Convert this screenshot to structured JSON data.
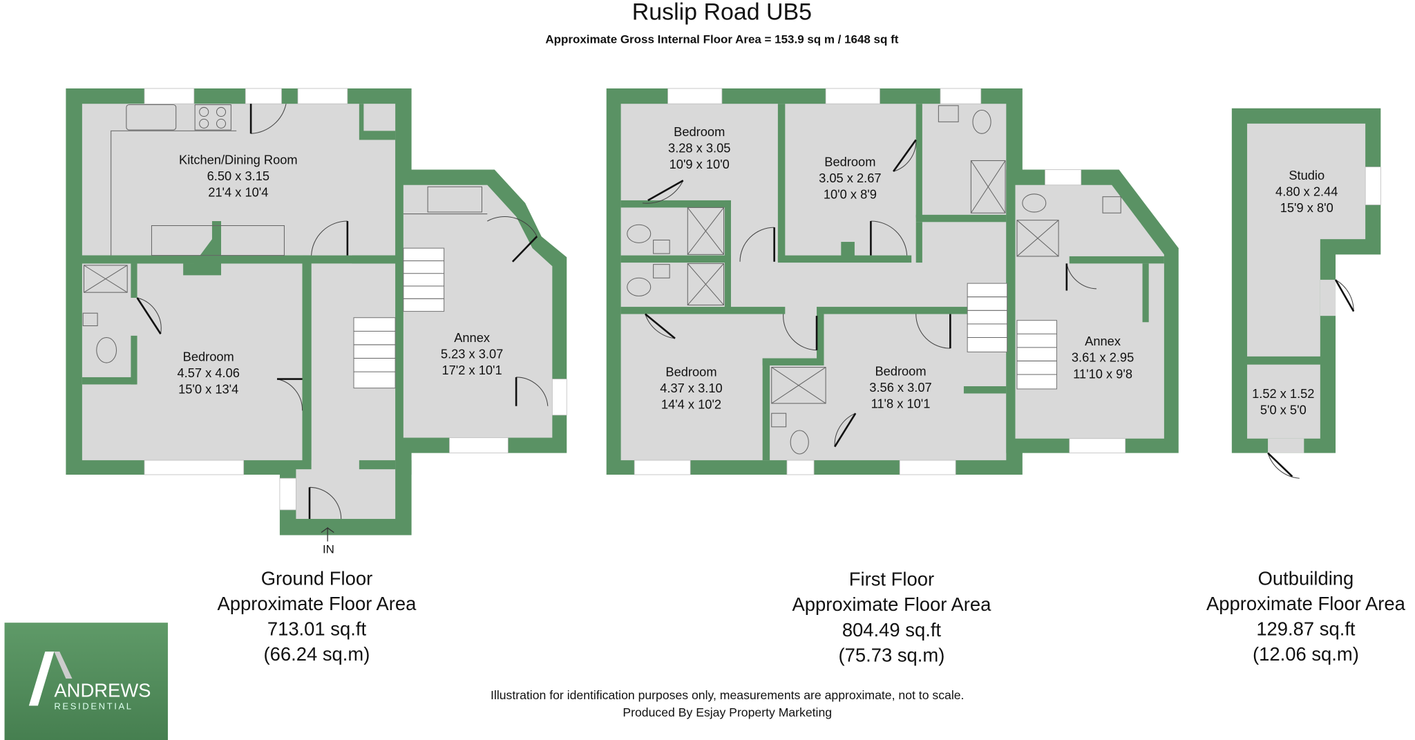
{
  "header": {
    "title": "Ruslip Road UB5",
    "subtitle": "Approximate Gross Internal Floor Area = 153.9 sq m / 1648 sq ft"
  },
  "colors": {
    "wall": "#5a9264",
    "floor": "#d9d9d9",
    "logo_bg": "#4f8a5a"
  },
  "ground_floor": {
    "rooms": [
      {
        "name": "Kitchen/Dining Room",
        "metric": "6.50 x 3.15",
        "imperial": "21'4 x 10'4"
      },
      {
        "name": "Bedroom",
        "metric": "4.57 x 4.06",
        "imperial": "15'0 x 13'4"
      },
      {
        "name": "Annex",
        "metric": "5.23 x 3.07",
        "imperial": "17'2 x 10'1"
      }
    ],
    "entrance_label": "IN",
    "caption": {
      "name": "Ground Floor",
      "label": "Approximate Floor Area",
      "sqft": "713.01 sq.ft",
      "sqm": "(66.24 sq.m)"
    }
  },
  "first_floor": {
    "rooms": [
      {
        "name": "Bedroom",
        "metric": "3.28 x 3.05",
        "imperial": "10'9 x 10'0"
      },
      {
        "name": "Bedroom",
        "metric": "3.05 x 2.67",
        "imperial": "10'0 x 8'9"
      },
      {
        "name": "Bedroom",
        "metric": "4.37 x 3.10",
        "imperial": "14'4 x 10'2"
      },
      {
        "name": "Bedroom",
        "metric": "3.56 x 3.07",
        "imperial": "11'8 x 10'1"
      },
      {
        "name": "Annex",
        "metric": "3.61 x 2.95",
        "imperial": "11'10 x 9'8"
      }
    ],
    "caption": {
      "name": "First Floor",
      "label": "Approximate Floor Area",
      "sqft": "804.49 sq.ft",
      "sqm": "(75.73 sq.m)"
    }
  },
  "outbuilding": {
    "rooms": [
      {
        "name": "Studio",
        "metric": "4.80 x 2.44",
        "imperial": "15'9 x 8'0"
      },
      {
        "metric": "1.52 x 1.52",
        "imperial": "5'0 x 5'0"
      }
    ],
    "caption": {
      "name": "Outbuilding",
      "label": "Approximate Floor Area",
      "sqft": "129.87 sq.ft",
      "sqm": "(12.06 sq.m)"
    }
  },
  "logo": {
    "brand": "ANDREWS",
    "sub": "RESIDENTIAL"
  },
  "footer": {
    "disclaimer": "Illustration for identification purposes only, measurements are approximate, not to scale.",
    "credit": "Produced By Esjay Property Marketing"
  }
}
